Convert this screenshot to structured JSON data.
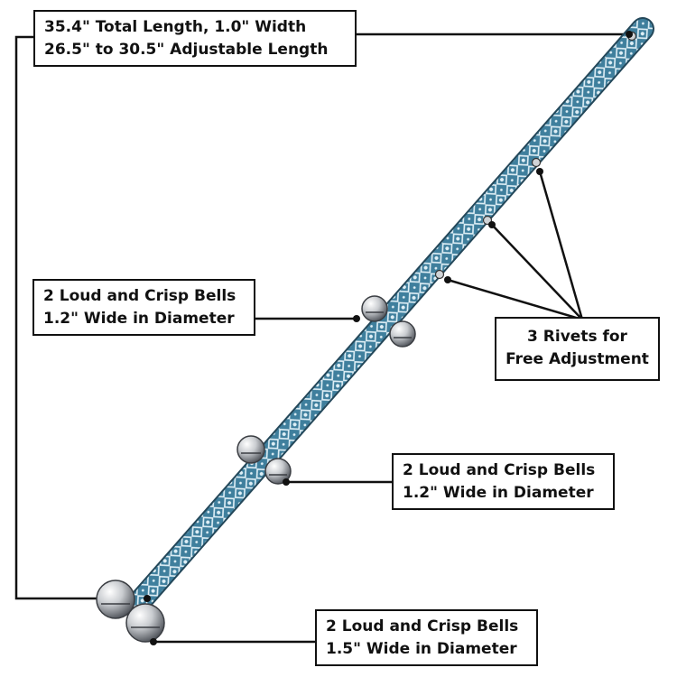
{
  "labels": {
    "length": {
      "line1": "35.4\" Total Length, 1.0\" Width",
      "line2": "26.5\" to 30.5\" Adjustable Length"
    },
    "bells_upper": {
      "line1": "2 Loud and Crisp Bells",
      "line2": "1.2\" Wide in Diameter"
    },
    "rivets": {
      "line1": "3 Rivets for",
      "line2": "Free Adjustment"
    },
    "bells_middle": {
      "line1": "2 Loud and Crisp Bells",
      "line2": "1.2\" Wide in Diameter"
    },
    "bells_lower": {
      "line1": "2 Loud and Crisp Bells",
      "line2": "1.5\" Wide in Diameter"
    }
  },
  "colors": {
    "strap": "#3f7f9d",
    "strap_pattern": "#dfeff6",
    "bell": "#c9ccd0",
    "leader_line": "#111111"
  }
}
